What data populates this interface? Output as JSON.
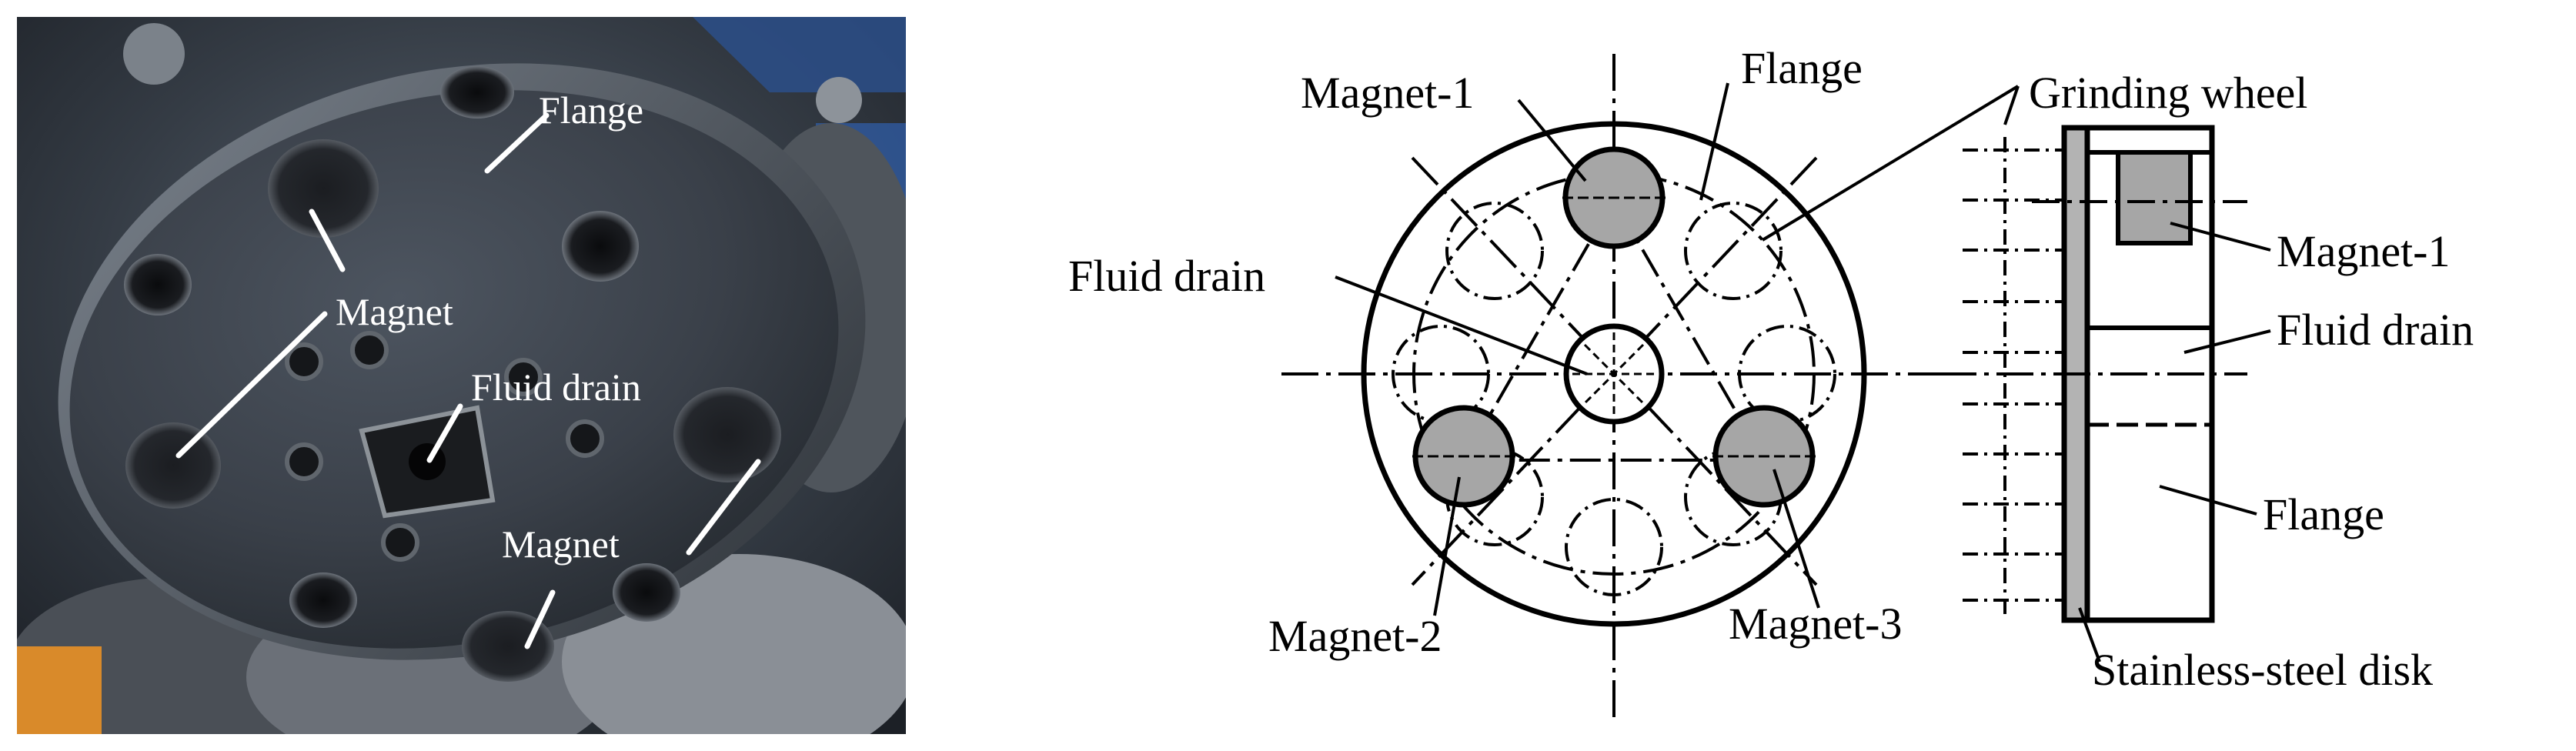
{
  "photo": {
    "labels": {
      "flange": "Flange",
      "magnet_upper": "Magnet",
      "fluid_drain": "Fluid drain",
      "magnet_lower": "Magnet"
    }
  },
  "front_view": {
    "labels": {
      "magnet_1": "Magnet-1",
      "flange": "Flange",
      "fluid_drain": "Fluid drain",
      "magnet_2": "Magnet-2",
      "magnet_3": "Magnet-3"
    }
  },
  "side_view": {
    "labels": {
      "grinding_wheel": "Grinding wheel",
      "magnet_1": "Magnet-1",
      "fluid_drain": "Fluid drain",
      "flange": "Flange",
      "stainless_steel_disk": "Stainless-steel disk"
    }
  },
  "colors": {
    "magnet_fill": "#a6a6a6",
    "disk_fill": "#b3b3b3",
    "line": "#000000",
    "photo_label": "#ffffff"
  }
}
